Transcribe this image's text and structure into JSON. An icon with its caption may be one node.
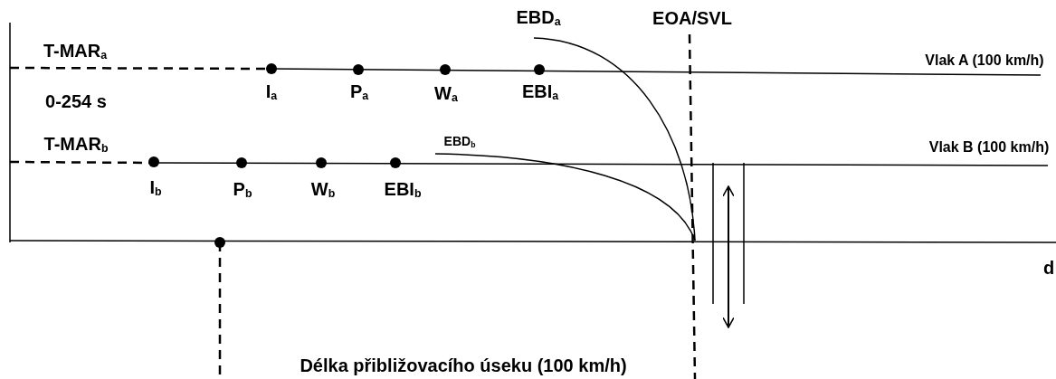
{
  "diagram": {
    "labels": [
      "EBD$_{a}$",
      "EOA/SVL",
      "T-MAR$_{a}$",
      "Vlak A (100 km/h)",
      "0-254 s",
      "I$_{a}$",
      "P$_{a}$",
      "W$_{a}$",
      "EBI$_{a}$",
      "T-MAR$_{b}$",
      "EBD$_{b}$",
      "Vlak B (100 km/h)",
      "I$_{b}$",
      "P$_{b}$",
      "W$_{b}$",
      "EBI$_{b}$",
      "d",
      "Délka přibližovacího úseku (100 km/h)"
    ]
  }
}
